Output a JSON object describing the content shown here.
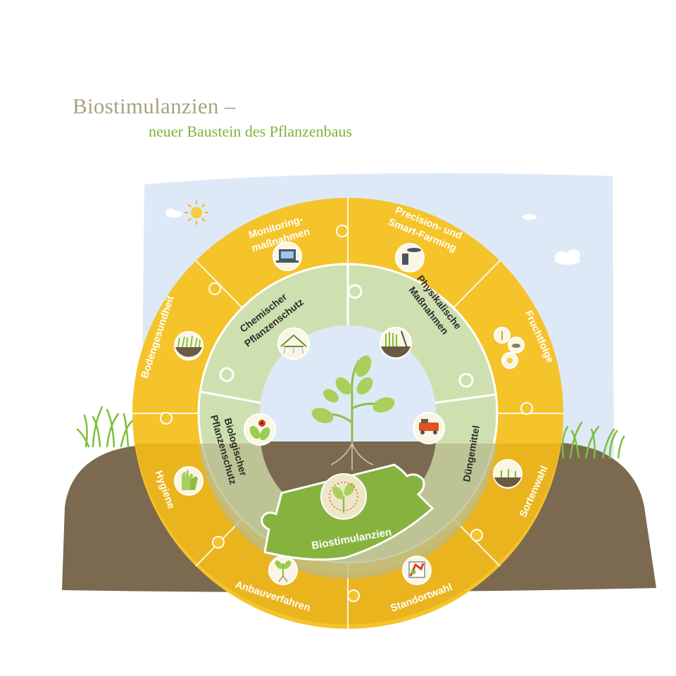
{
  "title": "Biostimulanzien –",
  "subtitle": "neuer Baustein des Pflanzenbaus",
  "outer_ring": [
    {
      "label_lines": [
        "Monitoring-",
        "maßnahmen"
      ],
      "icon": "laptop-icon"
    },
    {
      "label_lines": [
        "Precision- und",
        "Smart-Farming"
      ],
      "icon": "drone-phone-icon"
    },
    {
      "label_lines": [
        "Fruchtfolge"
      ],
      "icon": "crop-rotation-icon"
    },
    {
      "label_lines": [
        "Sortenwahl"
      ],
      "icon": "seedlings-icon"
    },
    {
      "label_lines": [
        "Standortwahl"
      ],
      "icon": "map-icon"
    },
    {
      "label_lines": [
        "Anbauverfahren"
      ],
      "icon": "plant-roots-icon"
    },
    {
      "label_lines": [
        "Hygiene"
      ],
      "icon": "gloves-icon"
    },
    {
      "label_lines": [
        "Bodengesundheit"
      ],
      "icon": "soil-grass-icon"
    }
  ],
  "inner_ring": [
    {
      "label_lines": [
        "Chemischer",
        "Pflanzenschutz"
      ],
      "icon": "sprayer-icon"
    },
    {
      "label_lines": [
        "Physikalische",
        "Maßnahmen"
      ],
      "icon": "mechanical-weeding-icon"
    },
    {
      "label_lines": [
        "Düngemittel"
      ],
      "icon": "fertilizer-spreader-icon"
    },
    {
      "label_lines": [
        "Biologischer",
        "Pflanzenschutz"
      ],
      "icon": "ladybug-icon"
    }
  ],
  "center": {
    "label": "Biostimulanzien",
    "icon": "biostimulant-plant-icon"
  },
  "colors": {
    "outer_ring": "#f5c32a",
    "outer_ring_lower": "#e4ad1a",
    "inner_ring": "#cfe0b0",
    "center_piece": "#86b33e",
    "sky": "#dde9f6",
    "soil": "#7b6a50",
    "grass": "#8dc63f",
    "title": "#a8a27e",
    "subtitle": "#7fb23a"
  }
}
